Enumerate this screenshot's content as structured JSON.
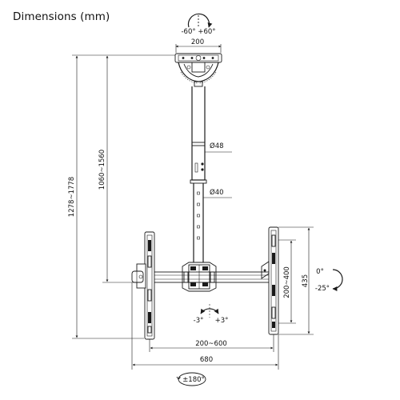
{
  "title": "Dimensions (mm)",
  "dimensions": {
    "top_plate_width": "200",
    "overall_height": "1278~1778",
    "pole_length": "1060~1560",
    "outer_pole_diameter": "Ø48",
    "inner_pole_diameter": "Ø40",
    "vesa_horizontal": "200~600",
    "overall_width": "680",
    "bracket_height": "435",
    "vesa_vertical": "200~400"
  },
  "angles": {
    "swivel_top": "-60°  +60°",
    "tilt_up": "0°",
    "tilt_down": "-25°",
    "level_left": "-3°",
    "level_right": "+3°",
    "rotation": "±180°"
  }
}
